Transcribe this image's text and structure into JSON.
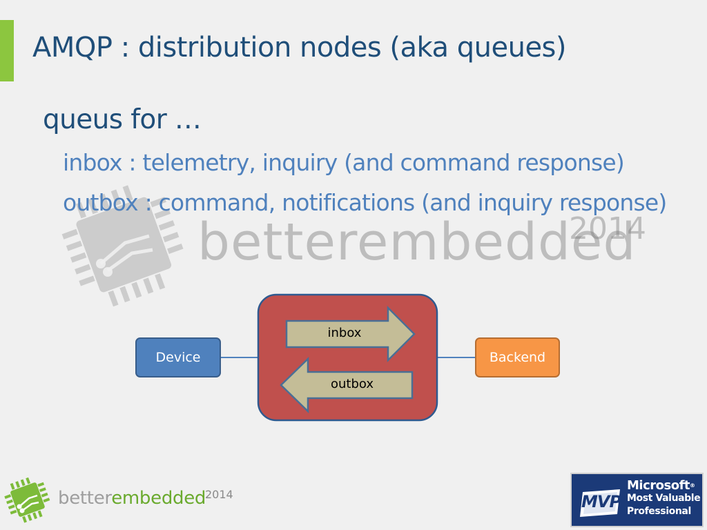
{
  "slide": {
    "title": "AMQP : distribution nodes (aka queues)",
    "bullet_level1": "queus for …",
    "bullet_level2": [
      "inbox : telemetry, inquiry (and command response)",
      "outbox : command, notifications (and inquiry response)"
    ]
  },
  "watermark": {
    "text": "betterembedded",
    "year": "2014"
  },
  "diagram": {
    "device_label": "Device",
    "backend_label": "Backend",
    "inbox_label": "inbox",
    "outbox_label": "outbox"
  },
  "footer": {
    "logo_better": "better",
    "logo_embedded": "embedded",
    "logo_year": "2014",
    "mvp_abbr": "MVP",
    "mvp_line1": "Microsoft",
    "mvp_reg": "®",
    "mvp_line2": "Most Valuable",
    "mvp_line3": "Professional"
  },
  "colors": {
    "accent_green": "#8cc63f",
    "title_blue": "#1f4e79",
    "subbullet_blue": "#4f81bd",
    "device_blue": "#4f81bd",
    "backend_orange": "#f79646",
    "node_red": "#c0504d",
    "arrow_tan": "#c4bd97",
    "mvp_navy": "#1b3a78"
  }
}
